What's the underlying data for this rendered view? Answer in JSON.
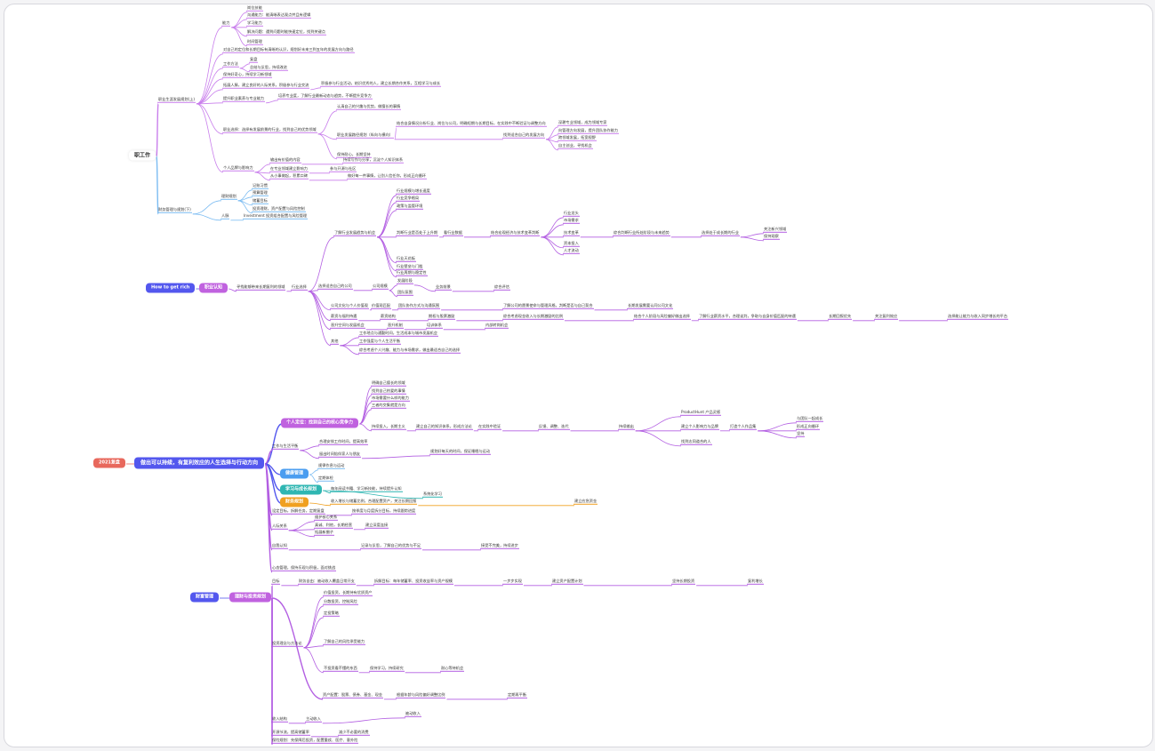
{
  "colors": {
    "purple": "#c97fec",
    "blue": "#7cbcf2",
    "violet": "#b35fe2",
    "indigo": "#5357ee",
    "pill_purple": "#c062df",
    "red": "#e8685c",
    "pill_blue": "#4a9df0",
    "teal": "#2fb6b2",
    "orange": "#f0a020"
  },
  "nodes": {
    "r1": "职工作",
    "a": "职业生涯发展规划(上)",
    "a1": "能力",
    "a1a": "岗位技能",
    "a1b": "沟通能力：能清晰表达观点并且有逻辑",
    "a1c": "学习能力",
    "a1d": "解决问题：遇到问题时能快速定位，找到关键点",
    "a1e": "时间管理",
    "a2": "对自己的定位和长期目标有清晰的认识，规划好未来三到五年的发展方向与路径",
    "a3": "工作方法",
    "a3a": "复盘",
    "a3b": "总结与反思，持续改进",
    "a4": "保持好奇心，持续学习新领域",
    "a5": "拓展人脉，建立良好的人际关系，积极参与行业交流",
    "a5a": "积极参与行业活动，结识优秀的人，建立长期合作关系，互相学习与成长",
    "a6": "提升职业素养与专业能力",
    "a6a": "培养专业度，了解行业最新动态与趋势，不断提升竞争力",
    "a7": "职业选择：选择有发展前景的行业，找到自己的优势领域",
    "a7a": "认清自己的兴趣与优势，做擅长的事情",
    "a7b": "职业发展路径规划（纵向与横向）",
    "a7b1": "结合自身情况分析行业、岗位与公司，明确短期与长期目标，在实践中不断验证与调整方向",
    "a7b2": "找到适合自己的发展方向",
    "a7b2a": "深耕专业领域，成为领域专家",
    "a7b2b": "向管理方向发展，提升团队协作能力",
    "a7b2c": "跨领域发展，拓宽视野",
    "a7b2d": "自主创业，寻找机会",
    "a7c": "保持耐心，长期坚持",
    "a8": "个人品牌与影响力",
    "a8a": "输出有价值的内容",
    "a8a1": "持续写作与分享，沉淀个人知识体系",
    "a8b": "在专业领域建立影响力",
    "a8b1": "参与开源与社区",
    "a8c": "从小事做起，积累口碑",
    "a8c1": "做好每一件事情，让别人信任你，形成正向循环",
    "b": "财务管理与规划(下)",
    "b1": "理财规划",
    "b1a": "记账习惯",
    "b1b": "预算管理",
    "b1c": "储蓄目标",
    "b1d": "投资理财，资产配置与风险控制",
    "b2": "人脉",
    "b2a": "Investment 投资组合配置与风险管理",
    "m0": "How to get rich",
    "m1": "职业认知",
    "m2": "寻找能够带来长期复利的领域",
    "m3": "行业选择",
    "m3a": "了解行业发展趋势与机会",
    "m3a1": "行业规模与增长速度",
    "m3a2": "行业竞争格局",
    "m3a3": "政策与监管环境",
    "m3a4": "判断行业是否处于上升期",
    "m3a4a": "看行业数据",
    "m3a4b": "结合宏观经济与技术变革判断",
    "m3a4c": "行业龙头",
    "m3a4d": "市场需求",
    "m3a4e": "技术变革",
    "m3a4f": "资本投入",
    "m3a4g": "人才流动",
    "m3a4h": "综合判断行业所处阶段与未来趋势",
    "m3a4i": "选择处于成长期的行业",
    "m3a4j": "关注新兴领域",
    "m3a4k": "保持观察",
    "m3a5": "行业天花板",
    "m3a6": "行业壁垒与门槛",
    "m3a7": "行业周期与稳定性",
    "m3b": "选择适合自己的公司",
    "m3b1": "公司规模",
    "m3b2": "发展阶段",
    "m3b3": "团队氛围",
    "m3b4": "业务前景",
    "m3b5": "综合评估",
    "m3c": "公司文化与个人价值观",
    "m3c1": "价值观匹配",
    "m3c2": "团队协作方式与沟通氛围",
    "m3c3": "了解公司的愿景使命与管理风格，判断是否与自己契合",
    "m3c4": "长期发展需要认同公司文化",
    "m3d": "薪资与福利待遇",
    "m3d1": "薪资结构",
    "m3d2": "期权与股票激励",
    "m3d3": "综合考虑现金收入与长期激励的比例",
    "m3d4": "结合个人阶段与风险偏好做出选择",
    "m3d5": "了解行业薪资水平，合理谈判，争取与自身价值匹配的待遇",
    "m3d6": "长期回报优先",
    "m3d7": "关注复利效应",
    "m3d8": "选择能让能力与收入同步增长的平台",
    "m3e": "晋升空间与发展机会",
    "m3e1": "晋升机制",
    "m3e2": "培训体系",
    "m3e3": "内部转岗机会",
    "m3f": "其他",
    "m3f1": "工作地点与通勤时间，生活成本与城市发展机会",
    "m3f2": "工作强度与个人生活平衡",
    "m3f3": "综合考虑个人兴趣、能力与市场需求，做出最适合自己的选择",
    "c0": "2021复盘",
    "c1": "做出可以持续，有复利效应的人生选择与行动方向",
    "c2": "个人定位：找到自己的核心竞争力",
    "c2a": "明确自己擅长的领域",
    "c2b": "找到自己热爱的事情",
    "c2c": "市场需要什么样的能力",
    "c2d": "三者的交集就是方向",
    "c2e": "持续投入，长期主义",
    "c2e1": "建立自己的知识体系，形成方法论",
    "c2e2": "在实践中验证",
    "c2e3": "反馈、调整、迭代",
    "c2e4": "持续输出",
    "c2e5": "ProductHunt 产品灵感",
    "c2e6": "建立个人影响力与品牌",
    "c2e7": "找到志同道合的人",
    "c2e8": "打造个人作品集",
    "c2e9": "与团队一起成长",
    "c2e10": "形成正向循环",
    "c2e11": "坚持",
    "c3": "工作与生活平衡",
    "c3a": "合理安排工作时间，提高效率",
    "c3b": "留出时间陪伴家人与朋友",
    "c3c": "规划好每天的时间，保证睡眠与运动",
    "c4": "健康管理",
    "c4a": "规律作息与运动",
    "c4b": "定期体检",
    "c5": "学习与成长规划",
    "c5a": "每年阅读书籍、学习新技能，持续提升认知",
    "c5b": "系统化学习",
    "c6": "财务规划",
    "c6a": "收入增长与储蓄比例，合理配置资产，关注长期回报",
    "c6b": "建立应急资金",
    "c7": "设定目标，拆解任务，定期复盘",
    "c7a": "按季度与月度拆分目标，持续跟踪进度",
    "c8": "人际关系",
    "c8a": "维护核心关系",
    "c8b": "真诚、利他，长期经营",
    "c8c": "拓展新圈子",
    "c8d": "建立深度连接",
    "c9": "自我认知",
    "c9a": "记录与反思，了解自己的优势与不足",
    "c9b": "接受不完美，持续进步",
    "c10": "心态管理，保持乐观与积极，面对挑战",
    "f0": "财富管理",
    "f1": "理财与投资规划",
    "f2": "目标",
    "f2a": "财务自由：被动收入覆盖日常开支",
    "f2b": "拆解目标：每年储蓄率、投资收益率与资产规模",
    "f2c": "一步步实现",
    "f2d": "建立资产配置计划",
    "f2e": "坚持长期投资",
    "f2f": "复利增长",
    "f3": "投资理念与方法论",
    "f3a": "价值投资，长期持有优质资产",
    "f3b": "分散投资，控制风险",
    "f3c": "定投策略",
    "f3d": "了解自己的风险承受能力",
    "f3e": "不投资看不懂的东西",
    "f3f": "保持学习，持续研究",
    "f3g": "耐心等待机会",
    "f4": "资产配置：股票、债券、基金、现金",
    "f4a": "根据年龄与风险偏好调整比例",
    "f4b": "定期再平衡",
    "f5": "收入结构",
    "f5a": "主动收入",
    "f5b": "被动收入",
    "f6": "开源节流，提高储蓄率",
    "f6a": "减少不必要的消费",
    "f7": "保险规划：先保障后投资，配置重疾、医疗、意外险"
  }
}
